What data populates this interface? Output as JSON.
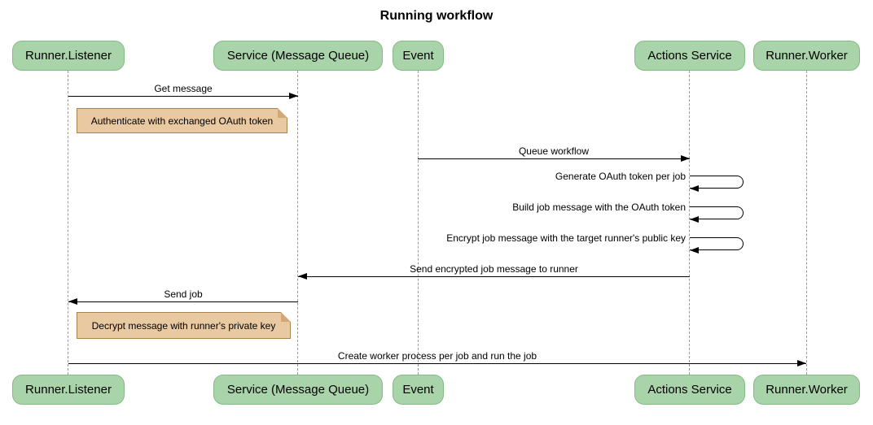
{
  "type": "sequence-diagram",
  "title": "Running workflow",
  "participants": [
    {
      "label": "Runner.Listener"
    },
    {
      "label": "Service (Message Queue)"
    },
    {
      "label": "Event"
    },
    {
      "label": "Actions Service"
    },
    {
      "label": "Runner.Worker"
    }
  ],
  "messages": [
    {
      "from": "Runner.Listener",
      "to": "Service (Message Queue)",
      "direction": "right",
      "text": "Get message"
    },
    {
      "from": "Event",
      "to": "Actions Service",
      "direction": "right",
      "text": "Queue workflow"
    },
    {
      "from": "Actions Service",
      "to": "Actions Service",
      "direction": "self",
      "text": "Generate OAuth token per job"
    },
    {
      "from": "Actions Service",
      "to": "Actions Service",
      "direction": "self",
      "text": "Build job message with the OAuth token"
    },
    {
      "from": "Actions Service",
      "to": "Actions Service",
      "direction": "self",
      "text": "Encrypt job message with the target runner's public key"
    },
    {
      "from": "Actions Service",
      "to": "Service (Message Queue)",
      "direction": "left",
      "text": "Send encrypted job message to runner"
    },
    {
      "from": "Service (Message Queue)",
      "to": "Runner.Listener",
      "direction": "left",
      "text": "Send job"
    },
    {
      "from": "Runner.Listener",
      "to": "Runner.Worker",
      "direction": "right",
      "text": "Create worker process per job and run the job"
    }
  ],
  "notes": [
    {
      "over": "Runner.Listener",
      "text": "Authenticate with exchanged OAuth token"
    },
    {
      "over": "Runner.Listener",
      "text": "Decrypt message with runner's private key"
    }
  ],
  "colors": {
    "participant_fill": "#a9d3a9",
    "participant_border": "#84bb84",
    "note_fill": "#e8c9a2",
    "note_border": "#a8824f",
    "lifeline": "#999999",
    "message_line": "#000000",
    "text": "#000000",
    "background": "#ffffff"
  }
}
